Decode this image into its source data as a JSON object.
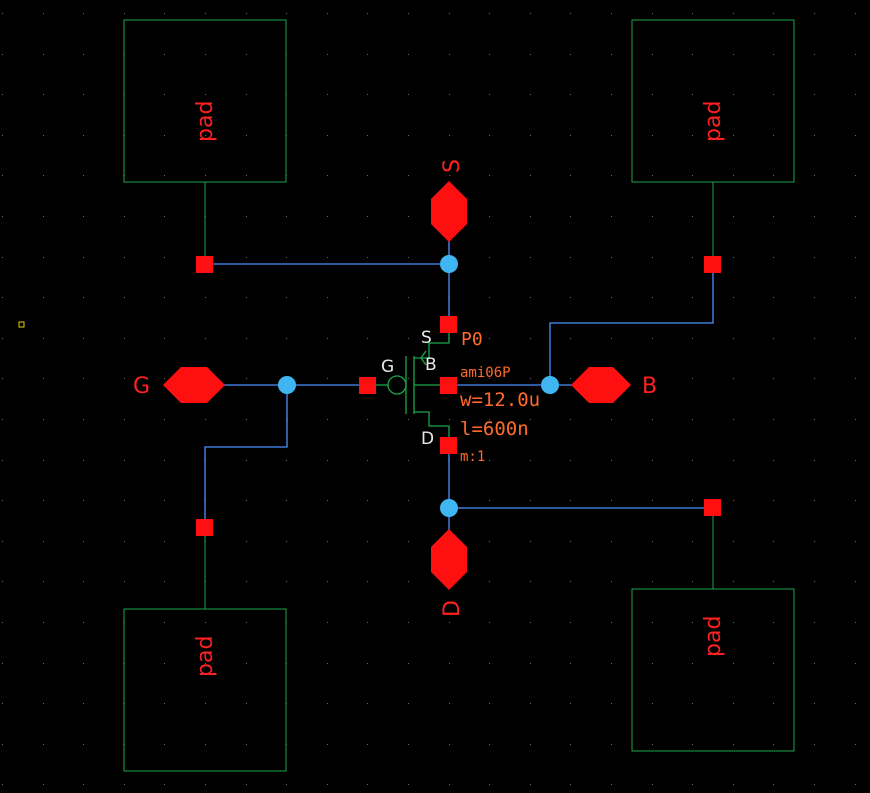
{
  "colors": {
    "background": "#000000",
    "wire": "#4a8fff",
    "pin": "#ff1010",
    "pad_outline": "#1aa64a",
    "device": "#1aa64a",
    "net_dot": "#3fb6f2",
    "label_red": "#ff2020",
    "label_orange": "#ff6a2a",
    "label_white": "#e8e8e8",
    "grid_dot": "#6a6a6a",
    "origin_marker": "#e6d200"
  },
  "pads": [
    {
      "id": "pad-top-left",
      "label": "pad"
    },
    {
      "id": "pad-top-right",
      "label": "pad"
    },
    {
      "id": "pad-bottom-left",
      "label": "pad"
    },
    {
      "id": "pad-bottom-right",
      "label": "pad"
    }
  ],
  "ports": {
    "source": "S",
    "gate": "G",
    "bulk": "B",
    "drain": "D"
  },
  "device": {
    "instance": "P0",
    "model": "ami06P",
    "width": "w=12.0u",
    "length": "l=600n",
    "multiplier": "m:1",
    "terminals": {
      "source": "S",
      "gate": "G",
      "bulk": "B",
      "drain": "D"
    }
  }
}
